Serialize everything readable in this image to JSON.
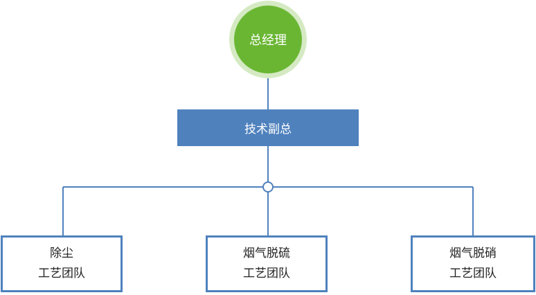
{
  "colors": {
    "ceo_fill": "#6ab633",
    "ceo_halo": "#d5eac3",
    "box_fill": "#4f81bd",
    "box_border": "#4f81bd",
    "connector": "#4f81bd"
  },
  "nodes": {
    "ceo": {
      "label": "总经理"
    },
    "vp": {
      "label": "技术副总"
    },
    "teams": [
      {
        "line1": "除尘",
        "line2": "工艺团队"
      },
      {
        "line1": "烟气脱硫",
        "line2": "工艺团队"
      },
      {
        "line1": "烟气脱硝",
        "line2": "工艺团队"
      }
    ]
  }
}
